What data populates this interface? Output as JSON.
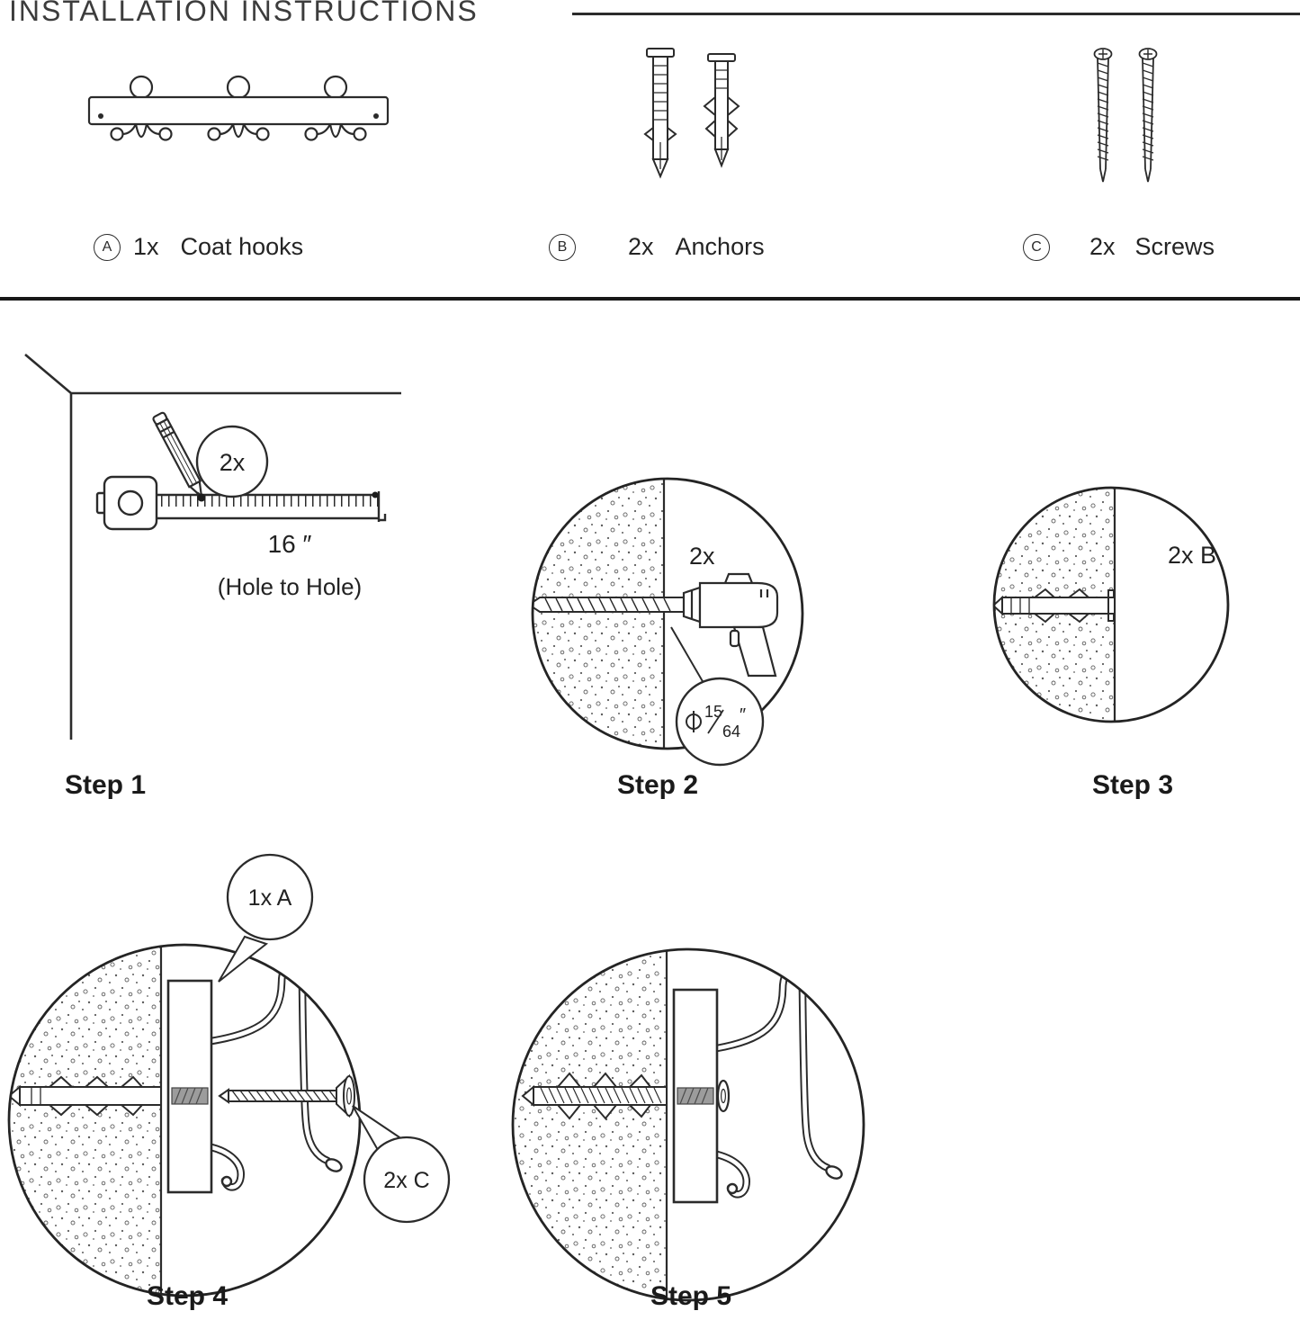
{
  "title": "INSTALLATION INSTRUCTIONS",
  "parts": [
    {
      "id": "A",
      "qty": "1x",
      "name": "Coat hooks"
    },
    {
      "id": "B",
      "qty": "2x",
      "name": "Anchors"
    },
    {
      "id": "C",
      "qty": "2x",
      "name": "Screws"
    }
  ],
  "steps": [
    {
      "label": "Step 1",
      "qty": "2x",
      "distance": "16 ″",
      "note": "(Hole to Hole)"
    },
    {
      "label": "Step 2",
      "qty": "2x",
      "diameter": {
        "num": "15",
        "den": "64",
        "unit": "″"
      }
    },
    {
      "label": "Step 3",
      "qty": "2x B"
    },
    {
      "label": "Step 4",
      "callouts": {
        "hooks": "1x A",
        "screws": "2x C"
      }
    },
    {
      "label": "Step 5"
    }
  ]
}
